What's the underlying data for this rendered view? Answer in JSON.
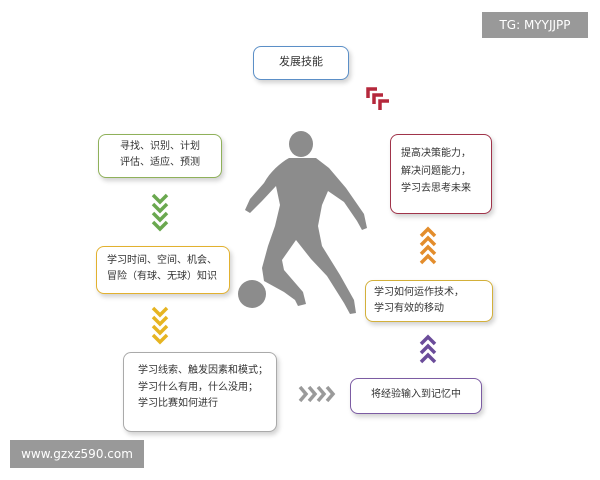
{
  "watermarks": {
    "top_right": "TG: MYYJJPP",
    "bottom_left": "www.gzxz590.com"
  },
  "boxes": {
    "develop": "发展技能",
    "find": [
      "寻找、识别、计划",
      "评估、适应、预测"
    ],
    "time": [
      "学习时间、空间、机会、",
      "冒险（有球、无球）知识"
    ],
    "cues": [
      "学习线索、触发因素和模式；",
      "学习什么有用，什么没用；",
      "学习比赛如何进行"
    ],
    "memory": "将经验输入到记忆中",
    "move": [
      "学习如何运作技术，",
      "学习有效的移动"
    ],
    "decide": [
      "提高决策能力，",
      "解决问题能力，",
      "学习去思考未来"
    ]
  },
  "colors": {
    "develop_border": "#5b8fc7",
    "find_arrows": "#6aa84f",
    "time_arrows": "#e6b422",
    "right_arrows": "#9a9a9a",
    "memory_arrows": "#6b4c9a",
    "move_arrows": "#e38d2c",
    "top_arrows": "#b5283c",
    "player": "#8c8c8c"
  }
}
